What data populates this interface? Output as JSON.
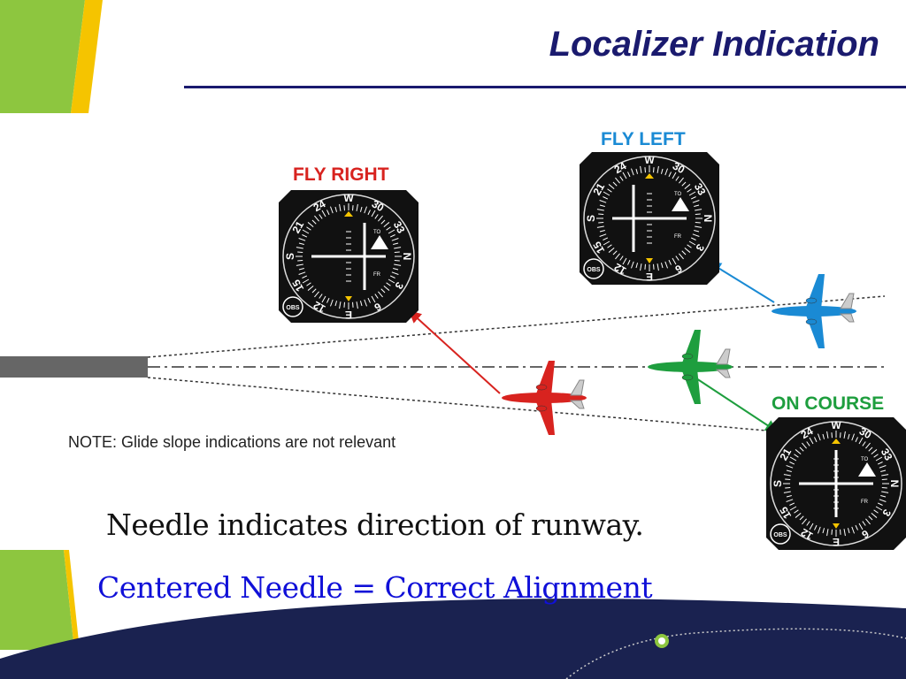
{
  "title": "Localizer Indication",
  "note": "NOTE: Glide slope indications are not relevant",
  "line1": "Needle indicates direction of runway.",
  "line2": "Centered Needle = Correct Alignment",
  "colors": {
    "navy": "#1a2250",
    "green": "#8dc63f",
    "yellow": "#f5c400",
    "red": "#d8231f",
    "blue": "#1a8ad4",
    "plane_green": "#1e9e3e",
    "text_blue": "#1010d8"
  },
  "instruments": [
    {
      "label": "FLY RIGHT",
      "label_color": "#d8231f",
      "needle_offset": 1
    },
    {
      "label": "FLY LEFT",
      "label_color": "#1a8ad4",
      "needle_offset": -1
    },
    {
      "label": "ON COURSE",
      "label_color": "#1e9e3e",
      "needle_offset": 0
    }
  ],
  "dial": {
    "top": "W",
    "right": "N",
    "bottom": "E",
    "left": "S",
    "numbers": [
      "24",
      "30",
      "33",
      "3",
      "6",
      "12",
      "15",
      "21"
    ],
    "to": "TO",
    "fr": "FR",
    "obs": "OBS"
  }
}
